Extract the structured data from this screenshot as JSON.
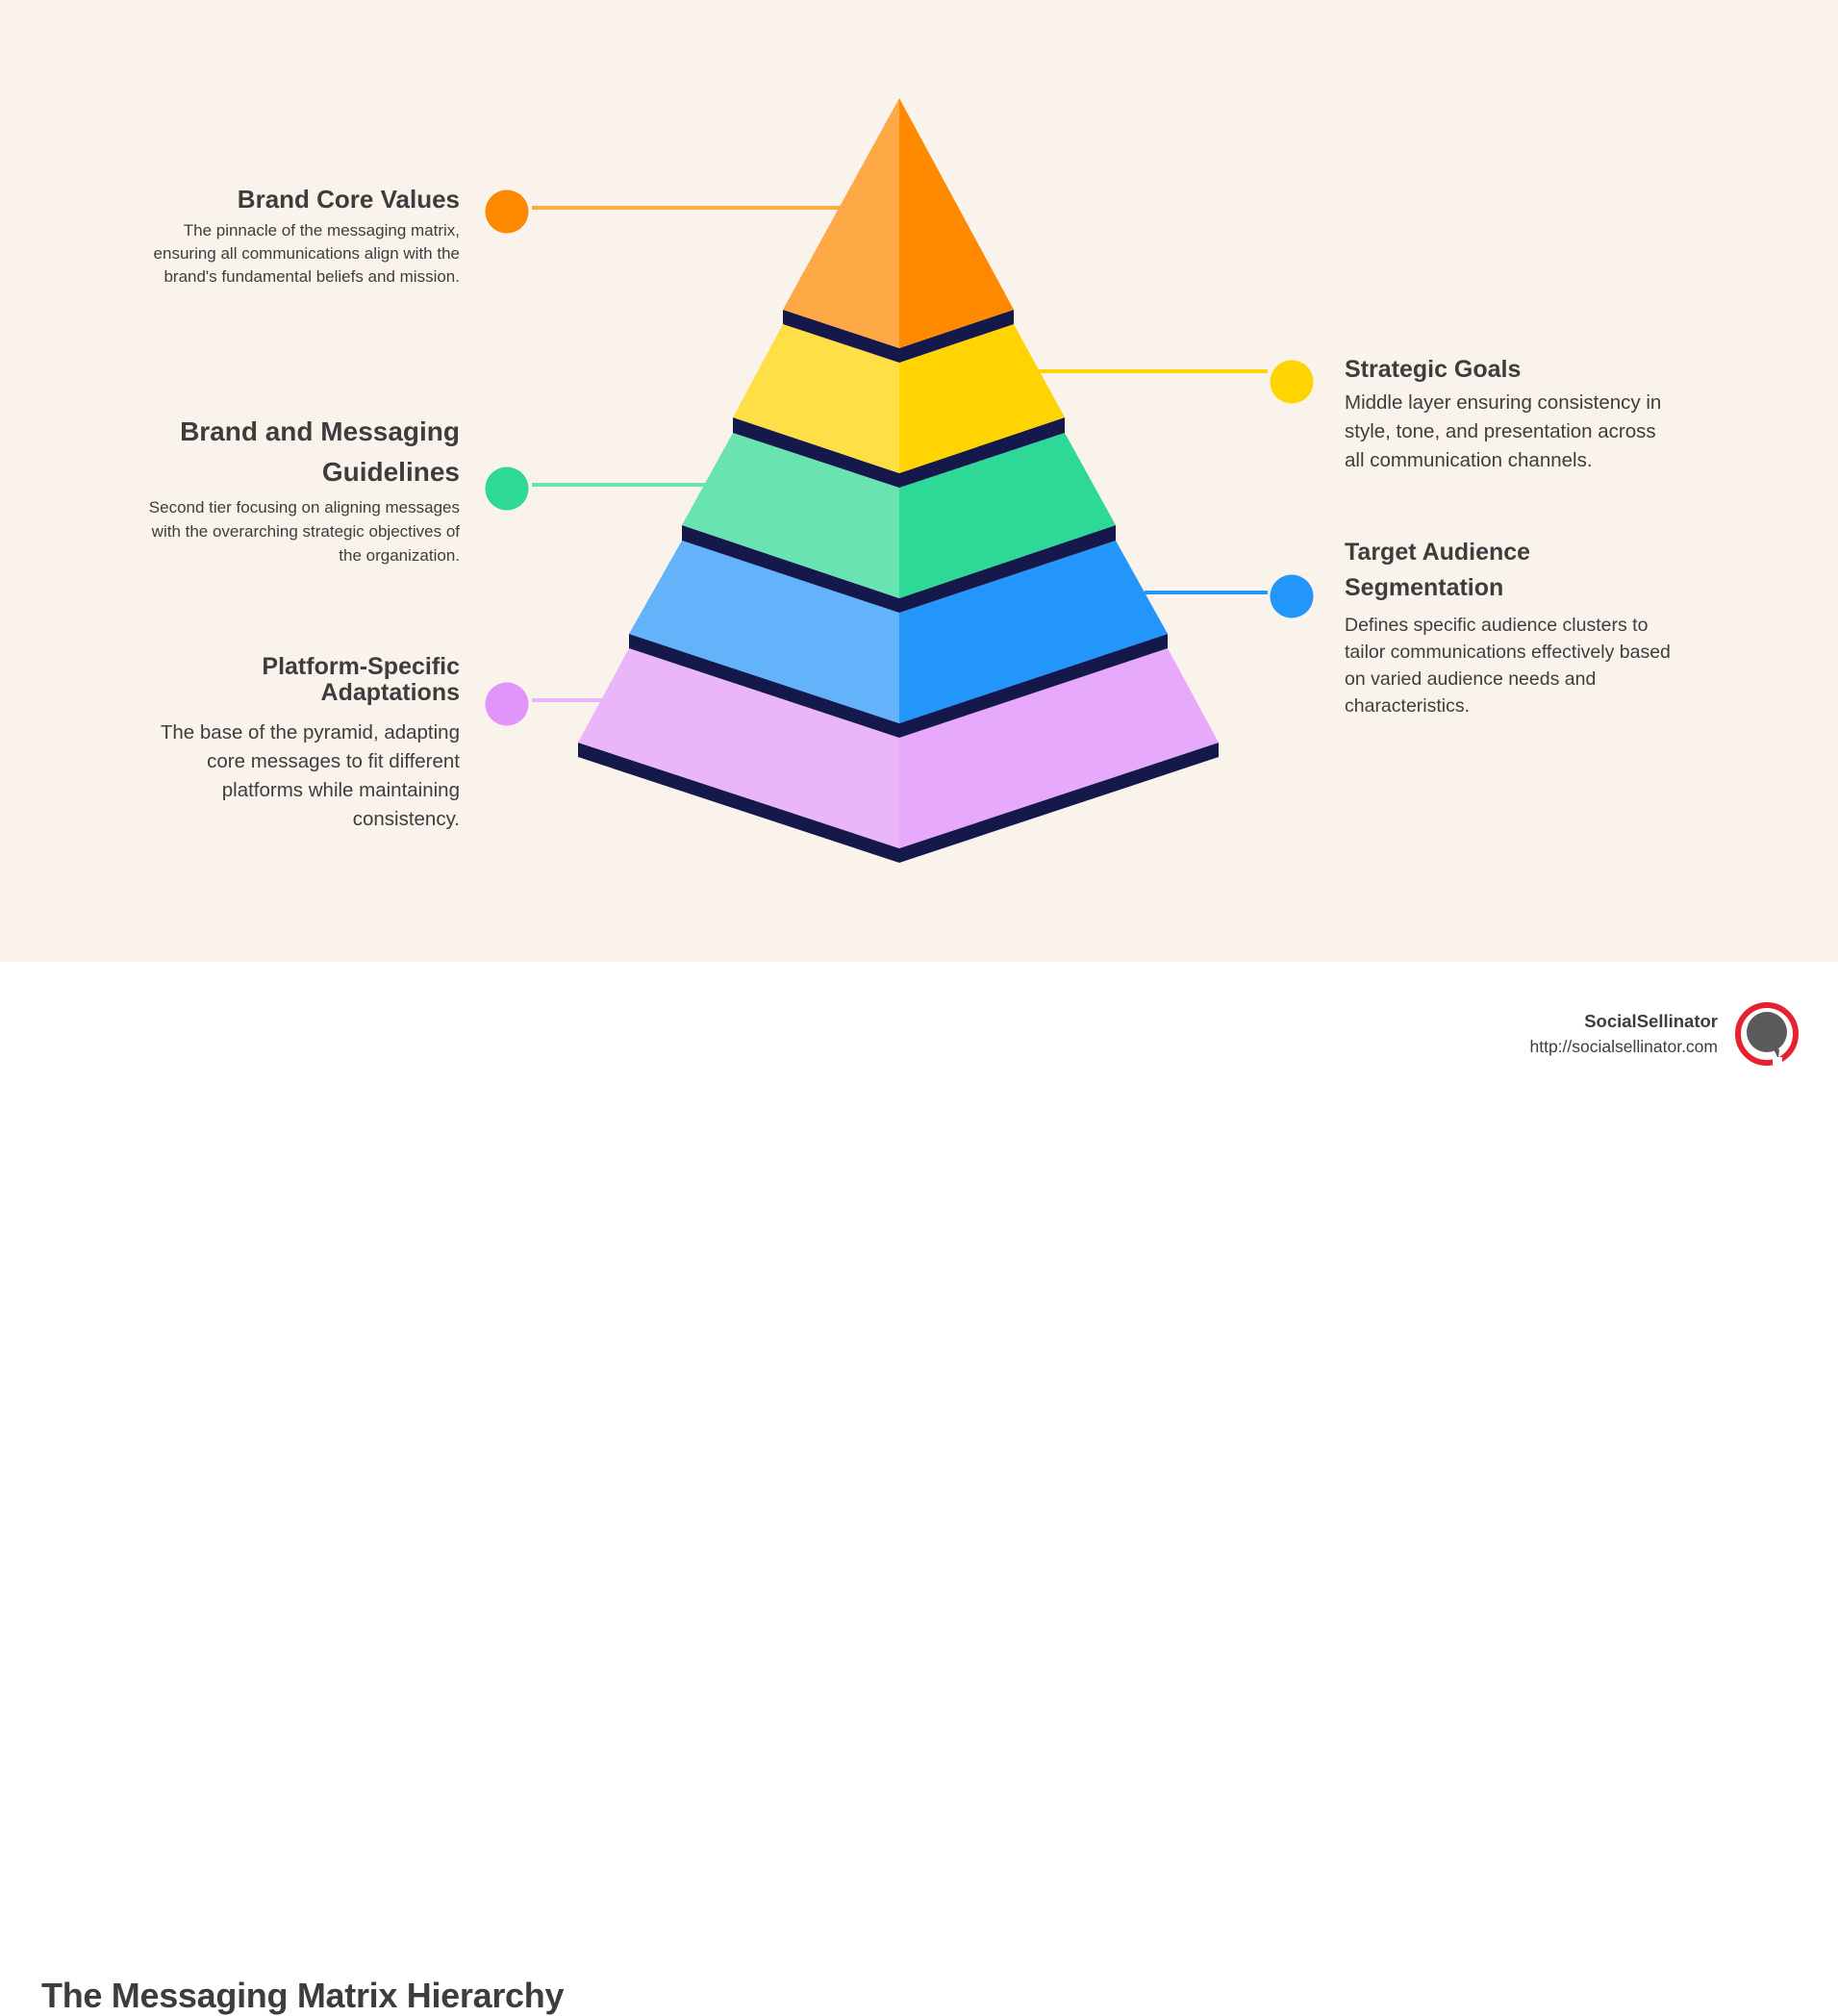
{
  "diagram": {
    "title": "The Messaging Matrix Hierarchy",
    "background_color": "#faf3ec",
    "edge_color": "#14184a",
    "layers": [
      {
        "name": "Brand Core Values",
        "description": "The pinnacle of the messaging matrix, ensuring all communications align with the brand's fundamental beliefs and mission.",
        "color_left": "#ffa845",
        "color_right": "#ff8a00",
        "dot_color": "#ff8a00",
        "side": "left"
      },
      {
        "name": "Strategic Goals",
        "description": "Middle layer ensuring consistency in style, tone, and presentation across all communication channels.",
        "color_left": "#ffdf45",
        "color_right": "#ffd400",
        "dot_color": "#ffd400",
        "side": "right"
      },
      {
        "name": "Brand and Messaging Guidelines",
        "description": "Second tier focusing on aligning messages with the overarching strategic objectives of the organization.",
        "color_left": "#6ae3b2",
        "color_right": "#2ed896",
        "dot_color": "#2ed896",
        "side": "left"
      },
      {
        "name": "Target Audience Segmentation",
        "description": "Defines specific audience clusters to tailor communications effectively based on varied audience needs and characteristics.",
        "color_left": "#63b3fa",
        "color_right": "#2396fc",
        "dot_color": "#2396fc",
        "side": "right"
      },
      {
        "name": "Platform-Specific Adaptations",
        "description": "The base of the pyramid, adapting core messages to fit different platforms while maintaining consistency.",
        "color_left": "#ebb5fa",
        "color_right": "#e6a9fb",
        "dot_color": "#e194fa",
        "side": "left"
      }
    ]
  },
  "labels": {
    "brand_core_values": {
      "title": "Brand Core Values",
      "body": "The pinnacle of the messaging matrix, ensuring all communications align with the brand's fundamental beliefs and mission."
    },
    "brand_messaging_guidelines": {
      "title": "Brand and Messaging Guidelines",
      "body": "Second tier focusing on aligning messages with the overarching strategic objectives of the organization."
    },
    "platform_specific": {
      "title": "Platform-Specific Adaptations",
      "body": "The base of the pyramid, adapting core messages to fit different platforms while maintaining consistency."
    },
    "strategic_goals": {
      "title": "Strategic Goals",
      "body": "Middle layer ensuring consistency in style, tone, and presentation across all communication channels."
    },
    "target_audience": {
      "title": "Target Audience Segmentation",
      "body": "Defines specific audience clusters to tailor communications effectively based on varied audience needs and characteristics."
    }
  },
  "footer": {
    "title": "The Messaging Matrix Hierarchy",
    "brand_name": "SocialSellinator",
    "brand_url": "http://socialsellinator.com",
    "logo_icon": "speech-bubble-logo-icon",
    "logo_ring_color": "#e52330",
    "logo_bubble_color": "#5a5a5c"
  }
}
